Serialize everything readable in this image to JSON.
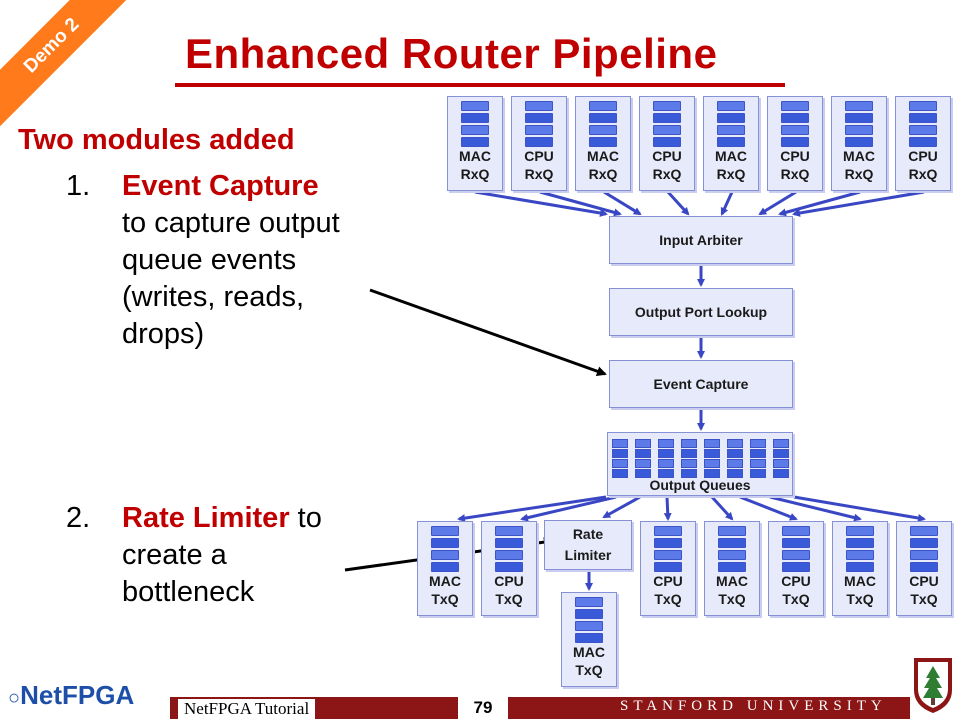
{
  "corner_tag": "Demo 2",
  "title": "Enhanced Router Pipeline",
  "subhead": "Two modules added",
  "items": [
    {
      "num": "1.",
      "highlight": "Event Capture",
      "lines": [
        "to capture output",
        "queue events",
        "(writes, reads,",
        "drops)"
      ]
    },
    {
      "num": "2.",
      "highlight": "Rate Limiter",
      "rest": "to",
      "lines": [
        "create a",
        "bottleneck"
      ]
    }
  ],
  "rx_queues": [
    {
      "l1": "MAC",
      "l2": "RxQ"
    },
    {
      "l1": "CPU",
      "l2": "RxQ"
    },
    {
      "l1": "MAC",
      "l2": "RxQ"
    },
    {
      "l1": "CPU",
      "l2": "RxQ"
    },
    {
      "l1": "MAC",
      "l2": "RxQ"
    },
    {
      "l1": "CPU",
      "l2": "RxQ"
    },
    {
      "l1": "MAC",
      "l2": "RxQ"
    },
    {
      "l1": "CPU",
      "l2": "RxQ"
    }
  ],
  "modules": {
    "input_arbiter": "Input Arbiter",
    "output_port_lookup": "Output Port Lookup",
    "event_capture": "Event Capture",
    "output_queues": "Output Queues",
    "rate_limiter_l1": "Rate",
    "rate_limiter_l2": "Limiter"
  },
  "tx_queues": [
    {
      "l1": "MAC",
      "l2": "TxQ"
    },
    {
      "l1": "CPU",
      "l2": "TxQ"
    },
    {
      "l1": "MAC",
      "l2": "TxQ"
    },
    {
      "l1": "CPU",
      "l2": "TxQ"
    },
    {
      "l1": "MAC",
      "l2": "TxQ"
    },
    {
      "l1": "CPU",
      "l2": "TxQ"
    },
    {
      "l1": "MAC",
      "l2": "TxQ"
    },
    {
      "l1": "CPU",
      "l2": "TxQ"
    }
  ],
  "footer": {
    "left": "NetFPGA Tutorial",
    "page": "79",
    "right": "STANFORD UNIVERSITY",
    "logo_net": "Net",
    "logo_fpga": "FPGA"
  },
  "colors": {
    "accent": "#c00000",
    "arrow": "#3a47c4",
    "footer": "#8c1515",
    "banner": "#ff7a1a"
  }
}
